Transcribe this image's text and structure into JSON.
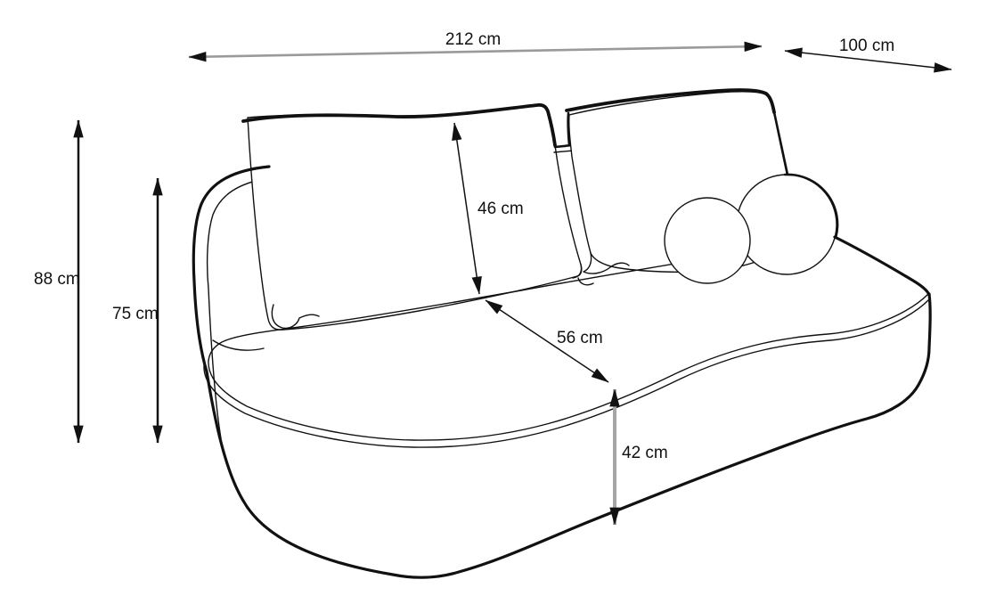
{
  "page": {
    "background": "#ffffff",
    "description": "Technical dimension drawing of a rounded two-seater sofa with two back cushions and two ball pillows"
  },
  "colors": {
    "line": "#111111",
    "dimension_gray": "#9a9a9a",
    "background": "#ffffff"
  },
  "dimensions": {
    "total_width": {
      "label": "212 cm",
      "value_cm": 212
    },
    "depth": {
      "label": "100 cm",
      "value_cm": 100
    },
    "total_height": {
      "label": "88 cm",
      "value_cm": 88
    },
    "backrest_height": {
      "label": "75 cm",
      "value_cm": 75
    },
    "back_cushion_height": {
      "label": "46 cm",
      "value_cm": 46
    },
    "seat_depth": {
      "label": "56 cm",
      "value_cm": 56
    },
    "seat_height": {
      "label": "42 cm",
      "value_cm": 42
    }
  }
}
